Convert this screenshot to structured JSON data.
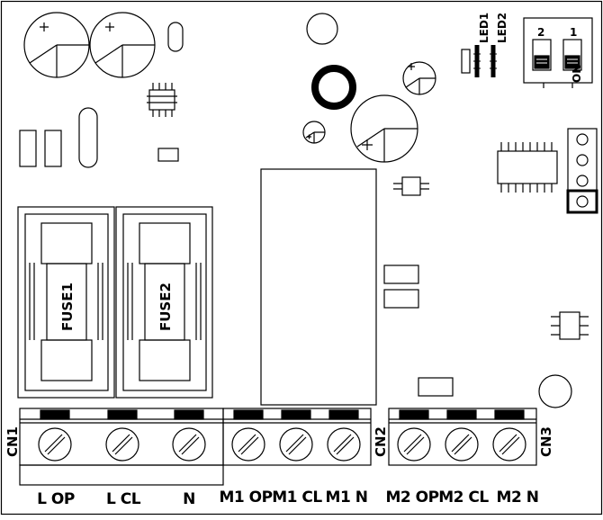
{
  "fuses": [
    {
      "label": "FUSE1"
    },
    {
      "label": "FUSE2"
    }
  ],
  "leds": [
    {
      "label": "LED1"
    },
    {
      "label": "LED2"
    }
  ],
  "dip_switch": {
    "positions": [
      "2",
      "1"
    ],
    "on_label": "ON"
  },
  "connectors": [
    {
      "label": "CN1"
    },
    {
      "label": "CN2"
    },
    {
      "label": "CN3"
    }
  ],
  "terminals": [
    {
      "label": "L OP"
    },
    {
      "label": "L CL"
    },
    {
      "label": "N"
    },
    {
      "label": "M1 OP"
    },
    {
      "label": "M1 CL"
    },
    {
      "label": "M1 N"
    },
    {
      "label": "M2 OP"
    },
    {
      "label": "M2 CL"
    },
    {
      "label": "M2 N"
    }
  ],
  "colors": {
    "line": "#000000",
    "background": "#ffffff"
  }
}
